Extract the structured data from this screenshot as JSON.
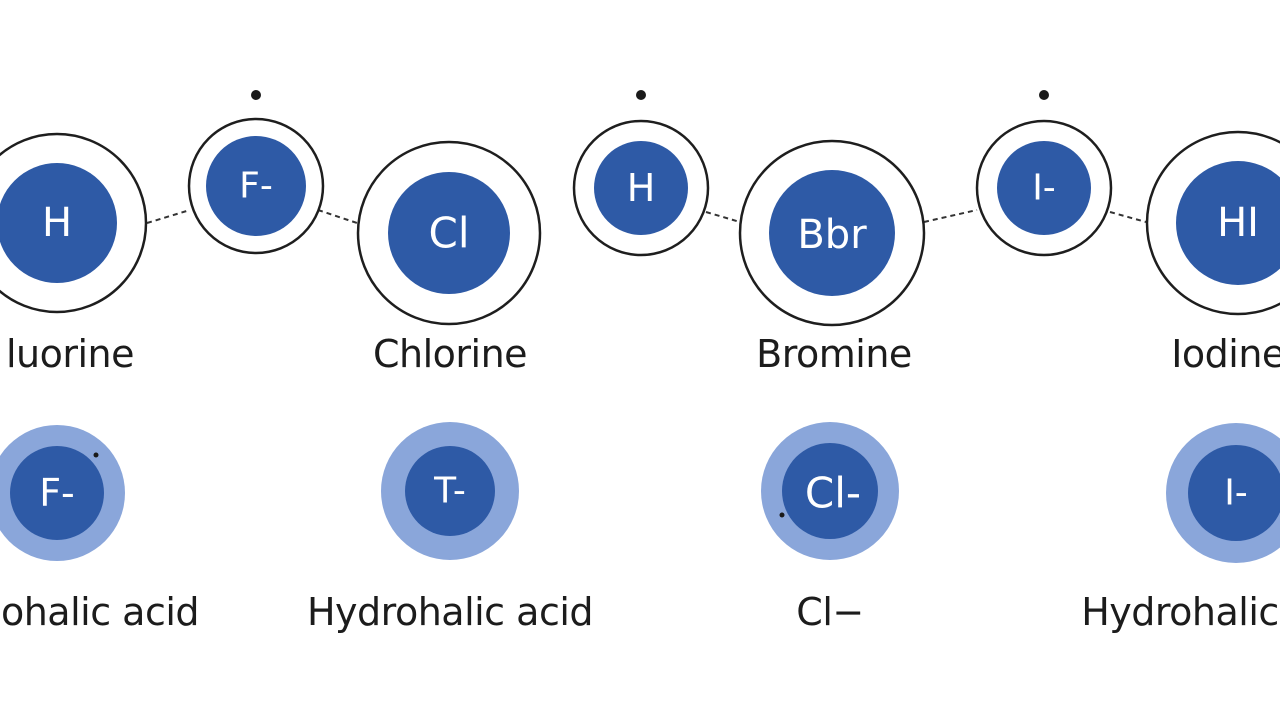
{
  "top_atoms": [
    {
      "symbol": "H",
      "ring": "large"
    },
    {
      "symbol": "F-",
      "ring": "small"
    },
    {
      "symbol": "Cl",
      "ring": "large"
    },
    {
      "symbol": "H",
      "ring": "small"
    },
    {
      "symbol": "Bbr",
      "ring": "large"
    },
    {
      "symbol": "I-",
      "ring": "small"
    },
    {
      "symbol": "HI",
      "ring": "large"
    }
  ],
  "element_names": [
    "luorine",
    "Chlorine",
    "Bromine",
    "Iodine"
  ],
  "ions": [
    "F-",
    "T-",
    "Cl-",
    "I-"
  ],
  "ion_labels": [
    "ohalic acid",
    "Hydrohalic acid",
    "Cl−",
    "Hydrohalic"
  ],
  "colors": {
    "atom_fill": "#2e5aa6",
    "ion_halo": "#8aa6da",
    "ring_stroke": "#1e1e1e",
    "symbol_text": "#ffffff",
    "label_text": "#1c1c1c"
  }
}
